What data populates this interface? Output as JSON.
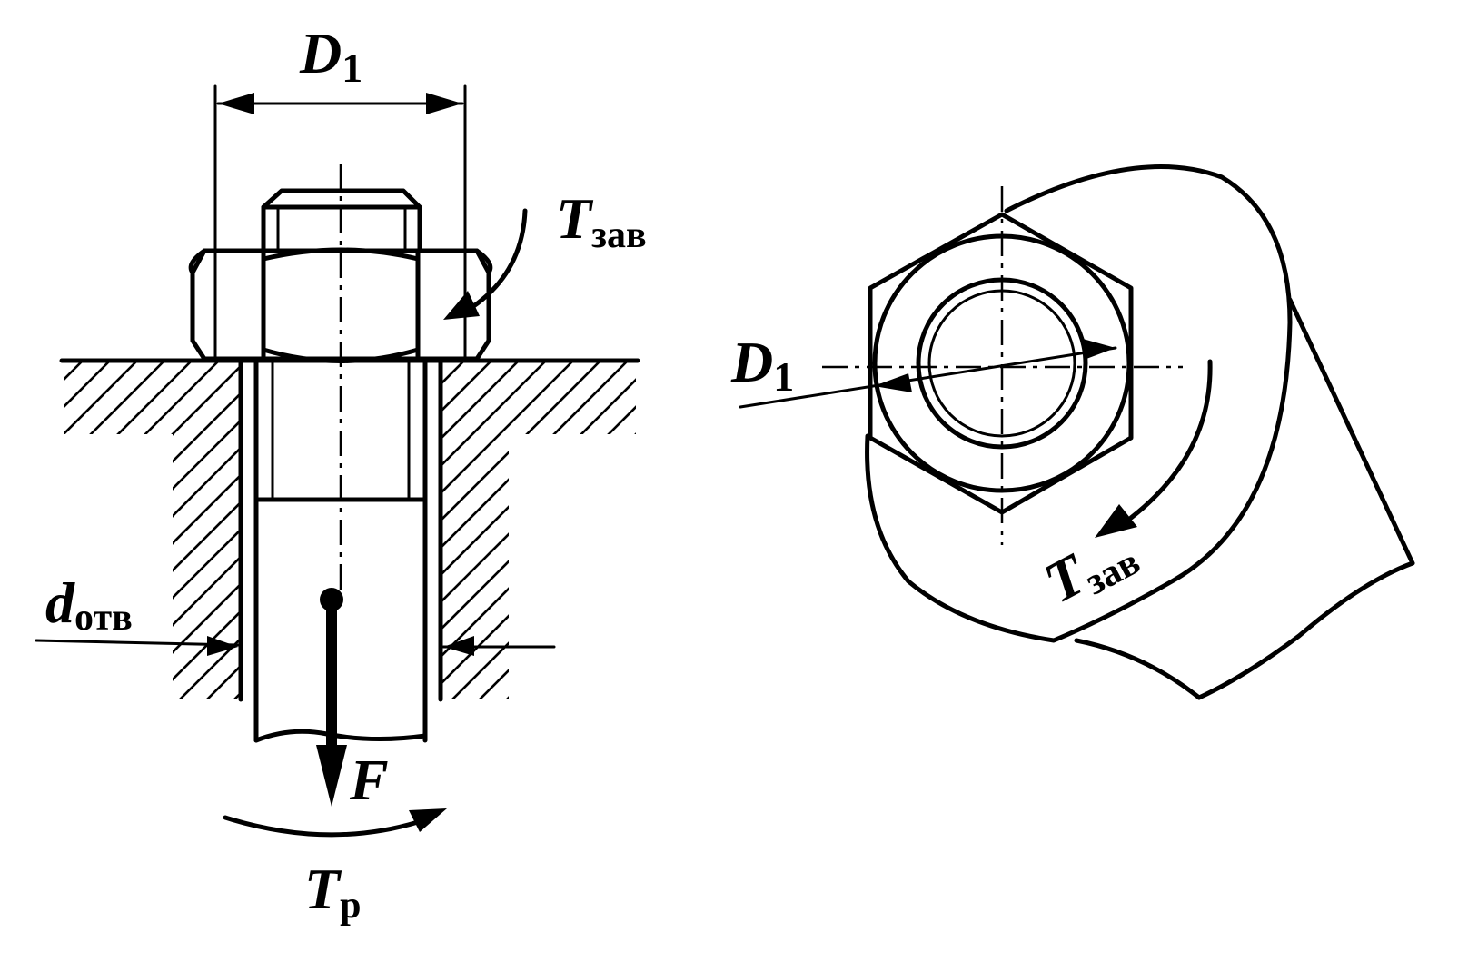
{
  "left_view": {
    "dim_d1": {
      "symbol": "D",
      "subscript": "1"
    },
    "torque_tightening": {
      "symbol": "T",
      "subscript": "зав"
    },
    "hole_diameter": {
      "symbol": "d",
      "subscript": "отв"
    },
    "force": {
      "symbol": "F"
    },
    "torque_reaction": {
      "symbol": "T",
      "subscript": "р"
    }
  },
  "right_view": {
    "dim_d1": {
      "symbol": "D",
      "subscript": "1"
    },
    "torque_tightening": {
      "symbol": "T",
      "subscript": "зав"
    }
  }
}
